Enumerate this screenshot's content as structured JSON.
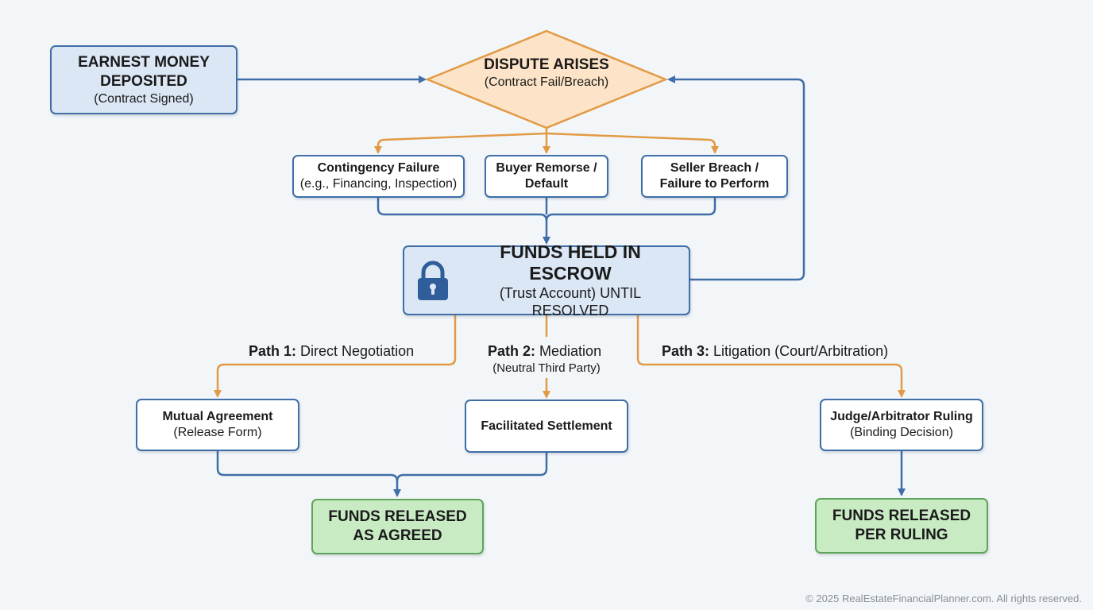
{
  "nodes": {
    "earnest": {
      "title": "EARNEST MONEY DEPOSITED",
      "sub": "(Contract Signed)"
    },
    "dispute": {
      "title": "DISPUTE ARISES",
      "sub": "(Contract Fail/Breach)"
    },
    "contingency": {
      "title": "Contingency Failure",
      "sub": "(e.g., Financing, Inspection)"
    },
    "remorse": {
      "title": "Buyer Remorse / Default"
    },
    "seller": {
      "title": "Seller Breach / Failure to Perform"
    },
    "escrow": {
      "title": "FUNDS HELD IN ESCROW",
      "sub": "(Trust Account) UNTIL RESOLVED",
      "icon": "lock-icon"
    },
    "mutual": {
      "title": "Mutual Agreement",
      "sub": "(Release Form)"
    },
    "facilitated": {
      "title": "Facilitated Settlement"
    },
    "judge": {
      "title": "Judge/Arbitrator Ruling",
      "sub": "(Binding Decision)"
    },
    "released_agreed": {
      "title": "FUNDS RELEASED AS AGREED"
    },
    "released_ruling": {
      "title": "FUNDS RELEASED PER RULING"
    }
  },
  "paths": {
    "p1": {
      "label": "Path 1:",
      "text": "Direct Negotiation"
    },
    "p2": {
      "label": "Path 2:",
      "text": "Mediation",
      "sub": "(Neutral Third Party)"
    },
    "p3": {
      "label": "Path 3:",
      "text": "Litigation (Court/Arbitration)"
    }
  },
  "footer": "© 2025 RealEstateFinancialPlanner.com. All rights reserved.",
  "colors": {
    "blue": "#3f6ea8",
    "orange": "#e29a45",
    "diamond_fill": "#fde3c7",
    "green_fill": "#c9ebc4",
    "green_border": "#5ea55a",
    "light_blue_fill": "#dbe7f5"
  }
}
